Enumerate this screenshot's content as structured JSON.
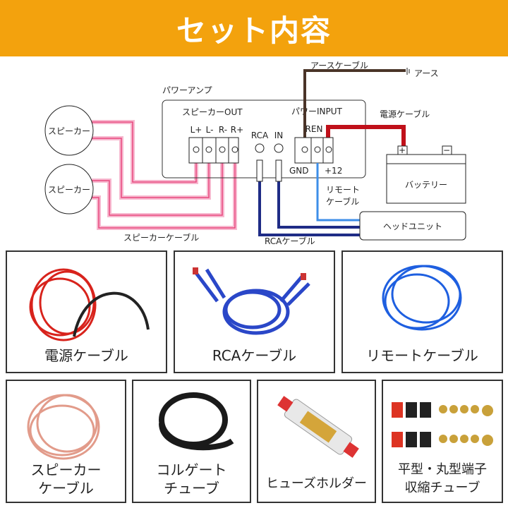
{
  "title": "セット内容",
  "diagram": {
    "amp_label": "パワーアンプ",
    "speaker_out": "スピーカーOUT",
    "terminals": [
      "L+",
      "L-",
      "R-",
      "R+"
    ],
    "rca": "RCA",
    "in": "IN",
    "power_input": "パワーINPUT",
    "ren": "REN",
    "gnd": "GND",
    "plus12": "+12",
    "earth_cable": "アースケーブル",
    "earth": "アース",
    "power_cable": "電源ケーブル",
    "battery": "バッテリー",
    "battery_plus": "+",
    "battery_minus": "−",
    "remote_cable_1": "リモート",
    "remote_cable_2": "ケーブル",
    "head_unit": "ヘッドユニット",
    "speaker_1": "スピーカー",
    "speaker_2": "スピーカー",
    "speaker_cable": "スピーカーケーブル",
    "rca_cable": "RCAケーブル"
  },
  "products": [
    {
      "label": "電源ケーブル"
    },
    {
      "label": "RCAケーブル"
    },
    {
      "label": "リモートケーブル"
    },
    {
      "label_1": "スピーカー",
      "label_2": "ケーブル"
    },
    {
      "label_1": "コルゲート",
      "label_2": "チューブ"
    },
    {
      "label": "ヒューズホルダー"
    },
    {
      "label_1": "平型・丸型端子",
      "label_2": "収縮チューブ"
    }
  ]
}
